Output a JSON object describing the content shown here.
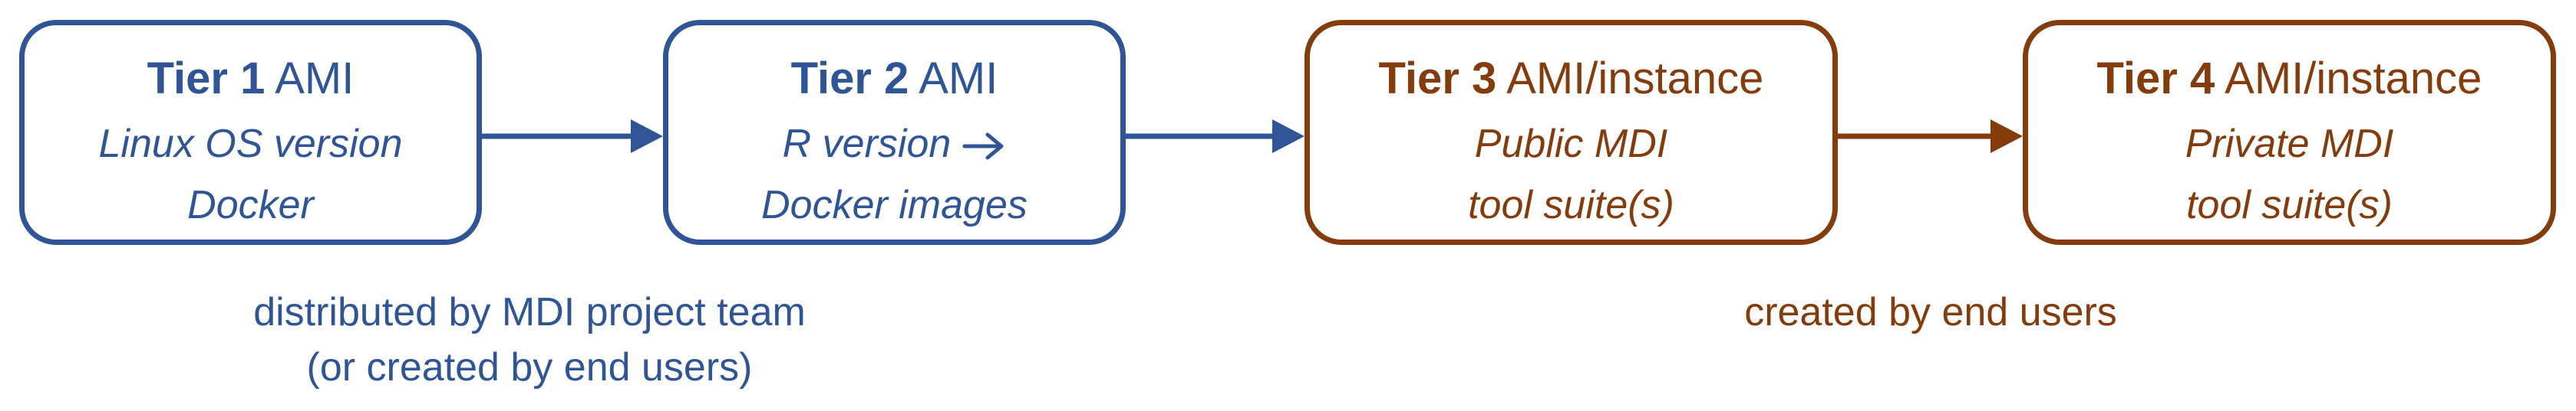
{
  "colors": {
    "blue": "#2F5597",
    "brown": "#843C0C"
  },
  "tiers": [
    {
      "tier_label": "Tier 1",
      "kind": "AMI",
      "line1": "Linux OS version",
      "line2": "Docker",
      "color": "#2F5597"
    },
    {
      "tier_label": "Tier 2",
      "kind": "AMI",
      "line1": "R version",
      "line1_icon": "right-arrow-icon",
      "line2": "Docker images",
      "color": "#2F5597"
    },
    {
      "tier_label": "Tier 3",
      "kind": "AMI/instance",
      "line1": "Public MDI",
      "line2": "tool suite(s)",
      "color": "#843C0C"
    },
    {
      "tier_label": "Tier 4",
      "kind": "AMI/instance",
      "line1": "Private MDI",
      "line2": "tool suite(s)",
      "color": "#843C0C"
    }
  ],
  "captions": {
    "left_line1": "distributed by MDI project team",
    "left_line2": "(or created by end users)",
    "right": "created by end users"
  }
}
